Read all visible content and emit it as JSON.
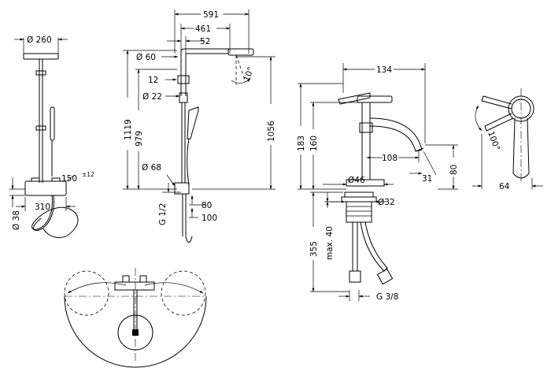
{
  "labels": {
    "dia_260": "Ø 260",
    "d_591": "591",
    "d_461": "461",
    "d_52": "52",
    "dia_60": "Ø 60",
    "d_12": "12",
    "dia_22": "Ø 22",
    "d_1119": "1119",
    "d_979": "979",
    "d_1056": "1056",
    "ang_10": "10°",
    "dia_68": "Ø 68",
    "g_half": "G 1/2",
    "d_80_shower": "80",
    "d_100": "100",
    "d_150": "150",
    "tol_12": "±12",
    "dia_38": "Ø 38",
    "d_310": "310",
    "d_134": "134",
    "d_183": "183",
    "d_160": "160",
    "d_108": "108",
    "d_31": "31",
    "d_80_tap": "80",
    "dia_46": "Ø46",
    "dia_32": "Ø32",
    "d_355": "355",
    "max_40": "max. 40",
    "g_3_8": "G 3/8",
    "ang_100": "100°",
    "d_64": "64"
  }
}
